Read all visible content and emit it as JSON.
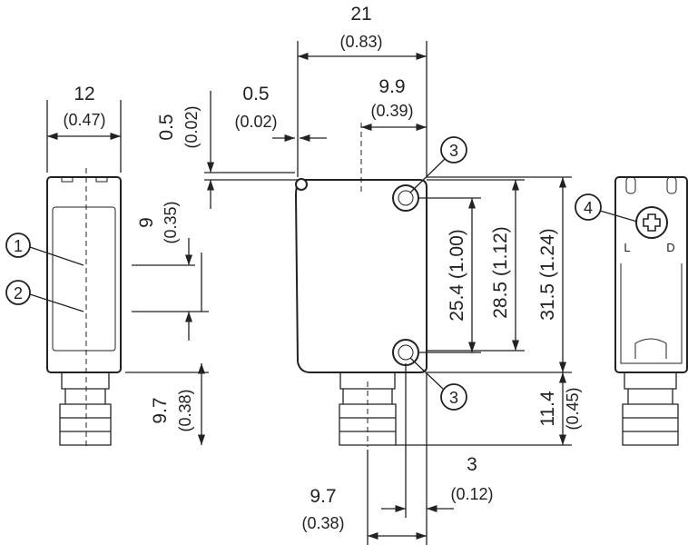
{
  "dimensions": {
    "width_total": {
      "mm": "21",
      "in": "(0.83)"
    },
    "lens_offset": {
      "mm": "9.9",
      "in": "(0.39)"
    },
    "width_side": {
      "mm": "12",
      "in": "(0.47)"
    },
    "step_h": {
      "mm": "0.5",
      "in": "(0.02)"
    },
    "step_v": {
      "mm": "0.5",
      "in": "(0.02)"
    },
    "optical_axis": {
      "mm": "9",
      "in": "(0.35)"
    },
    "connector_left": {
      "mm": "9.7",
      "in": "(0.38)"
    },
    "hole_spacing": {
      "label": "25.4 (1.00)"
    },
    "height_inner": {
      "label": "28.5 (1.12)"
    },
    "height_total": {
      "label": "31.5 (1.24)"
    },
    "connector_height": {
      "mm": "11.4",
      "in": "(0.45)"
    },
    "hole_offset": {
      "mm": "3",
      "in": "(0.12)"
    },
    "connector_bottom": {
      "mm": "9.7",
      "in": "(0.38)"
    }
  },
  "callouts": [
    "1",
    "2",
    "3",
    "3",
    "4"
  ],
  "switch_labels": {
    "left": "L",
    "right": "D"
  }
}
